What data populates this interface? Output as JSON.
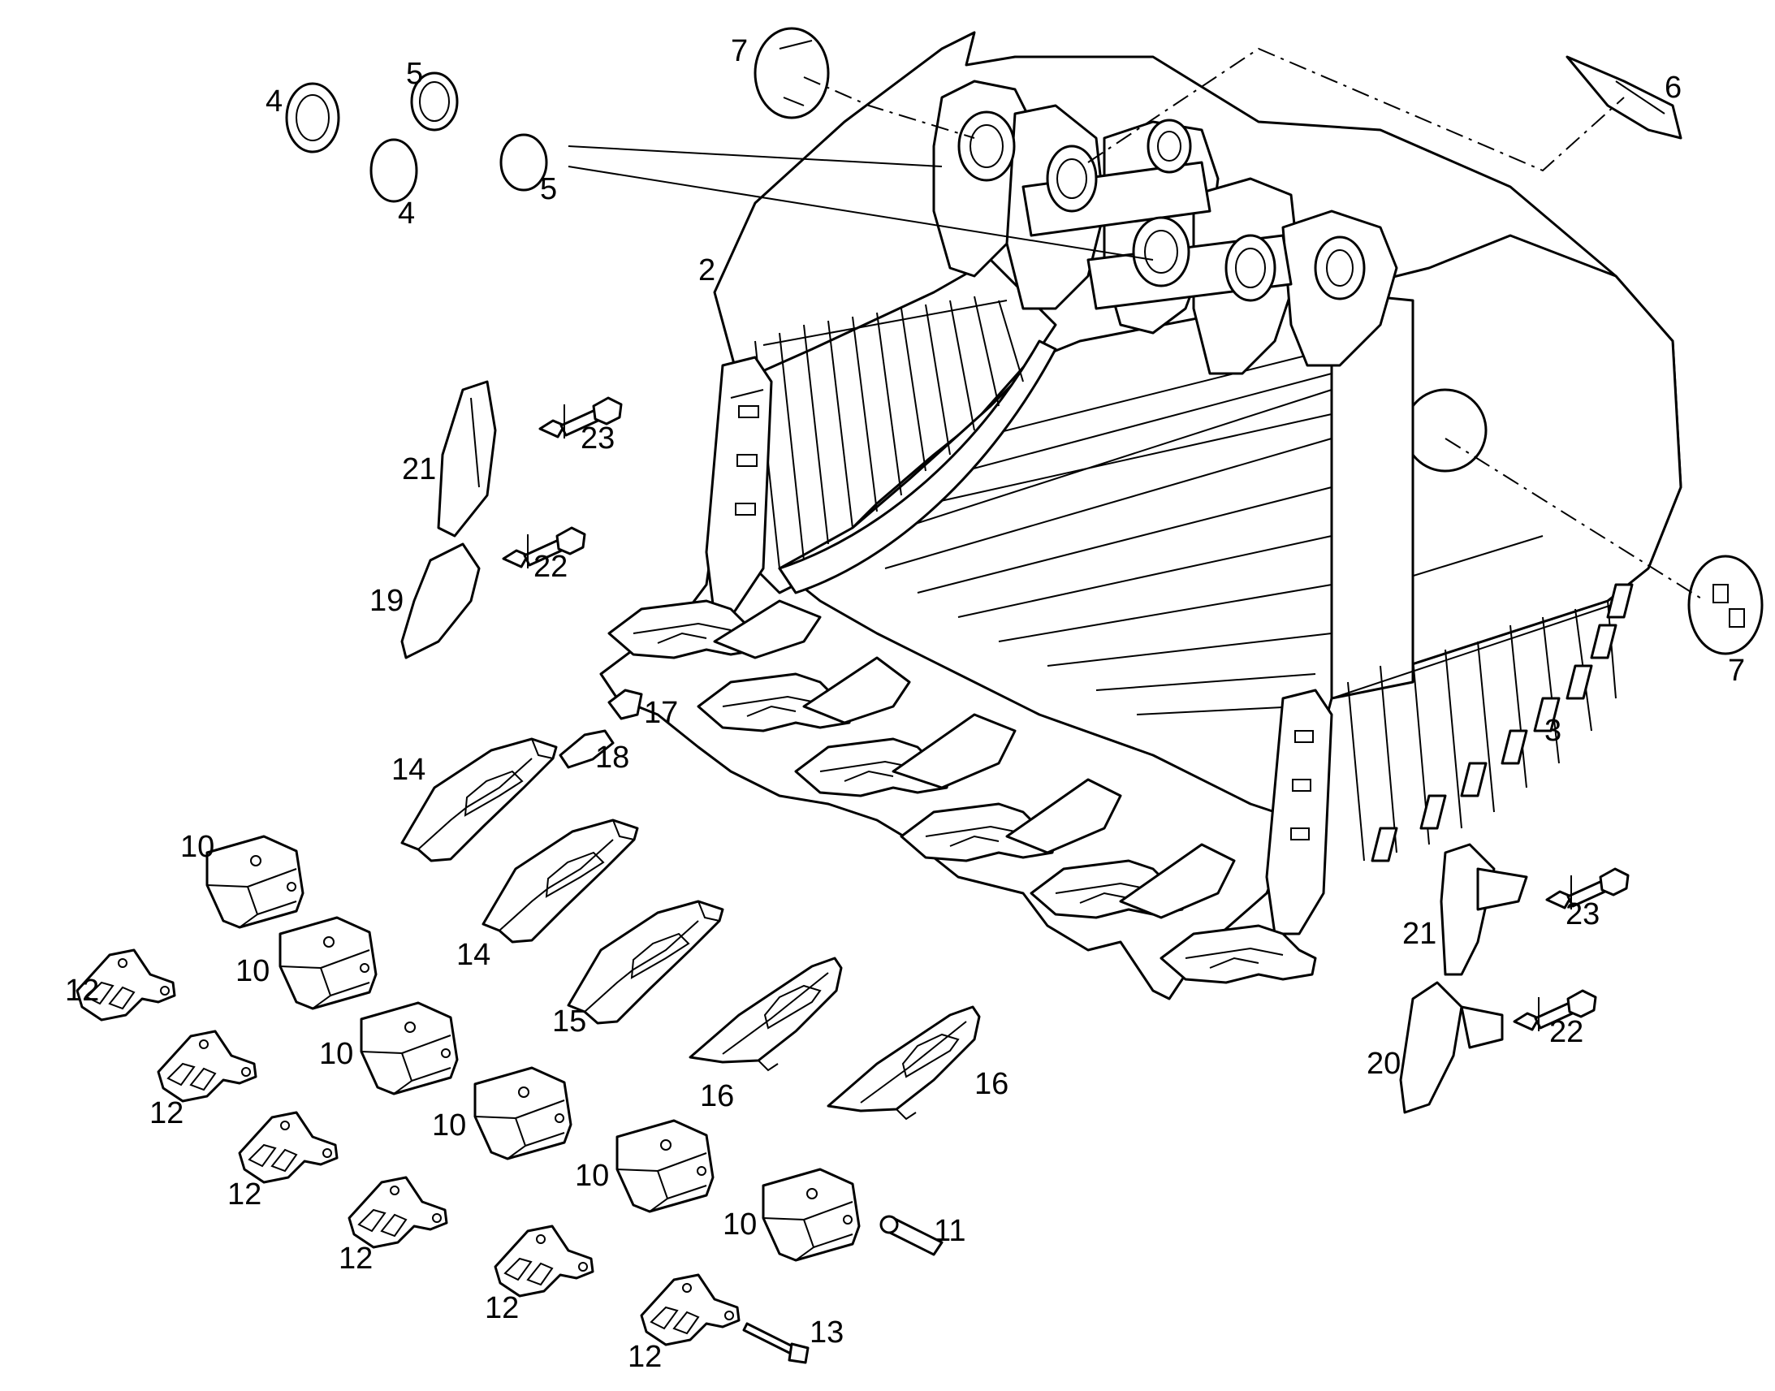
{
  "callouts": [
    {
      "id": "c7a",
      "label": "7"
    },
    {
      "id": "c5a",
      "label": "5"
    },
    {
      "id": "c4a",
      "label": "4"
    },
    {
      "id": "c4b",
      "label": "4"
    },
    {
      "id": "c5b",
      "label": "5"
    },
    {
      "id": "c6",
      "label": "6"
    },
    {
      "id": "c2",
      "label": "2"
    },
    {
      "id": "c23a",
      "label": "23"
    },
    {
      "id": "c21a",
      "label": "21"
    },
    {
      "id": "c22a",
      "label": "22"
    },
    {
      "id": "c19",
      "label": "19"
    },
    {
      "id": "c7b",
      "label": "7"
    },
    {
      "id": "c17",
      "label": "17"
    },
    {
      "id": "c18",
      "label": "18"
    },
    {
      "id": "c3",
      "label": "3"
    },
    {
      "id": "c14a",
      "label": "14"
    },
    {
      "id": "c10a",
      "label": "10"
    },
    {
      "id": "c14b",
      "label": "14"
    },
    {
      "id": "c10b",
      "label": "10"
    },
    {
      "id": "c12a",
      "label": "12"
    },
    {
      "id": "c21b",
      "label": "21"
    },
    {
      "id": "c23b",
      "label": "23"
    },
    {
      "id": "c15",
      "label": "15"
    },
    {
      "id": "c10c",
      "label": "10"
    },
    {
      "id": "c22b",
      "label": "22"
    },
    {
      "id": "c12b",
      "label": "12"
    },
    {
      "id": "c16a",
      "label": "16"
    },
    {
      "id": "c16b",
      "label": "16"
    },
    {
      "id": "c20",
      "label": "20"
    },
    {
      "id": "c10d",
      "label": "10"
    },
    {
      "id": "c10e",
      "label": "10"
    },
    {
      "id": "c12c",
      "label": "12"
    },
    {
      "id": "c10f",
      "label": "10"
    },
    {
      "id": "c11",
      "label": "11"
    },
    {
      "id": "c12d",
      "label": "12"
    },
    {
      "id": "c12e",
      "label": "12"
    },
    {
      "id": "c13",
      "label": "13"
    },
    {
      "id": "c12f",
      "label": "12"
    }
  ]
}
